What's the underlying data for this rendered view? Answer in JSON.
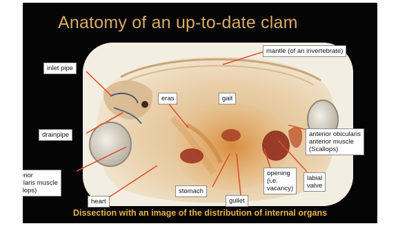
{
  "title": "Anatomy of an up-to-date clam",
  "caption": "Dissection with an image of the distribution of internal organs",
  "labels": {
    "mantle": "mantle (of an invertebrate)",
    "inlet_pipe": "inlet pipe",
    "eras": "eras",
    "gait": "gait",
    "drainpipe": "drainpipe",
    "anterior": "anterior obicularis\nanterior muscle\n(Scallops)",
    "posterior": "posterior\nobicularis muscle\n(Scallops)",
    "opening": "opening\n(i.e.\nvacancy)",
    "labial_valve": "labial\nvalve",
    "heart": "heart",
    "stomach": "stomach",
    "gullet": "gullet"
  },
  "colors": {
    "background": "#050505",
    "title": "#d9ab6a",
    "caption": "#e8b250",
    "leader_line": "#e0502a"
  }
}
